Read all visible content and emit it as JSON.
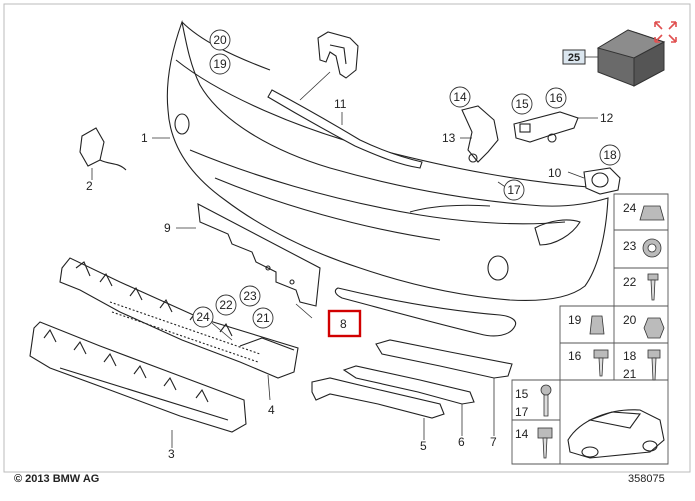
{
  "diagram": {
    "copyright": "© 2013 BMW AG",
    "diagram_number": "358075",
    "highlighted_label": "8",
    "accent_color": "#d10000",
    "labels": {
      "p1": "1",
      "p2": "2",
      "p3": "3",
      "p4": "4",
      "p5": "5",
      "p6": "6",
      "p7": "7",
      "p8": "8",
      "p9": "9",
      "p10": "10",
      "p11": "11",
      "p12": "12",
      "p13": "13",
      "c14": "14",
      "c15": "15",
      "c16": "16",
      "c17": "17",
      "c18": "18",
      "c19": "19",
      "c20": "20",
      "c22": "22",
      "c23": "23",
      "c24": "24",
      "c21": "21",
      "g24": "24",
      "g23": "23",
      "g22": "22",
      "g19": "19",
      "g20": "20",
      "g16": "16",
      "g18": "18",
      "g21": "21",
      "g15": "15",
      "g17": "17",
      "g14": "14",
      "k25": "25"
    }
  }
}
